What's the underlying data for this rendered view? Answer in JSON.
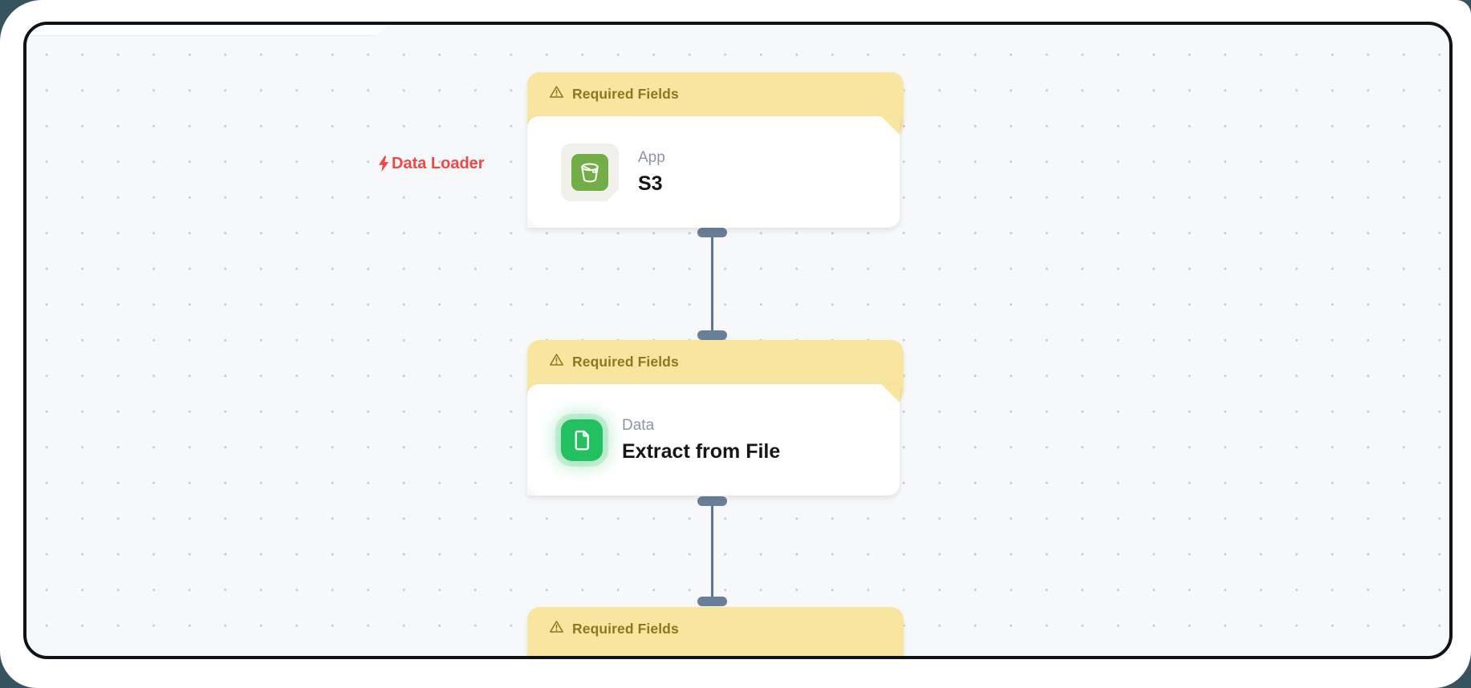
{
  "page": {
    "background_color": "#37535f",
    "panel_color": "#ffffff",
    "canvas": {
      "background_color": "#f7f8fa",
      "dot_color": "#c9cace",
      "border_color": "#0f1216"
    }
  },
  "flow_label": {
    "text": "Data Loader",
    "color": "#f04646",
    "icon": "lightning-bolt-icon"
  },
  "banner": {
    "background_color": "#f8e5a0",
    "text_color": "#8d771f",
    "icon": "warning-triangle-icon"
  },
  "connector": {
    "handle_color": "#697f99",
    "line_color": "#5b7490"
  },
  "nodes": [
    {
      "banner_label": "Required Fields",
      "category": "App",
      "title": "S3",
      "icon": "s3-bucket-icon",
      "icon_color": "#72ad48",
      "icon_tile_color": "#f2f0ea"
    },
    {
      "banner_label": "Required Fields",
      "category": "Data",
      "title": "Extract from File",
      "icon": "file-document-icon",
      "icon_color": "#23c061"
    },
    {
      "banner_label": "Required Fields"
    }
  ],
  "connections": [
    {
      "from": 0,
      "to": 1
    },
    {
      "from": 1,
      "to": 2
    }
  ]
}
